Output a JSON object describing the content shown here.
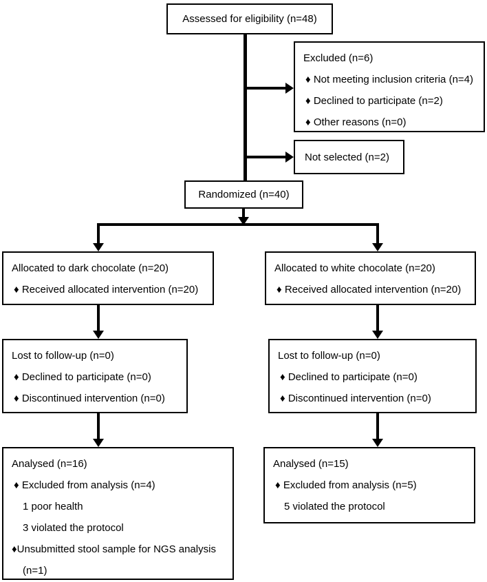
{
  "flow": {
    "assessed": {
      "title": "Assessed for eligibility (n=48)"
    },
    "excluded": {
      "title": "Excluded (n=6)",
      "items": [
        "♦ Not meeting inclusion criteria (n=4)",
        "♦ Declined to participate (n=2)",
        "♦ Other reasons (n=0)"
      ]
    },
    "not_selected": {
      "title": "Not selected (n=2)"
    },
    "randomized": {
      "title": "Randomized (n=40)"
    },
    "allocated_dark": {
      "title": "Allocated to dark chocolate (n=20)",
      "items": [
        "♦ Received allocated intervention (n=20)"
      ]
    },
    "allocated_white": {
      "title": "Allocated to white chocolate (n=20)",
      "items": [
        "♦ Received allocated intervention (n=20)"
      ]
    },
    "lost_dark": {
      "title": "Lost to follow-up (n=0)",
      "items": [
        "♦ Declined to participate (n=0)",
        "♦ Discontinued intervention (n=0)"
      ]
    },
    "lost_white": {
      "title": "Lost to follow-up (n=0)",
      "items": [
        "♦ Declined to participate (n=0)",
        "♦ Discontinued intervention (n=0)"
      ]
    },
    "analysed_dark": {
      "title": "Analysed (n=16)",
      "items": [
        "♦ Excluded from analysis (n=4)",
        "1 poor health",
        "3 violated the protocol",
        "♦Unsubmitted stool sample for NGS analysis",
        "(n=1)"
      ]
    },
    "analysed_white": {
      "title": "Analysed (n=15)",
      "items": [
        "♦ Excluded from analysis (n=5)",
        "5 violated the protocol"
      ]
    }
  },
  "colors": {
    "line": "#000000",
    "box_background": "#ffffff",
    "text": "#000000"
  }
}
